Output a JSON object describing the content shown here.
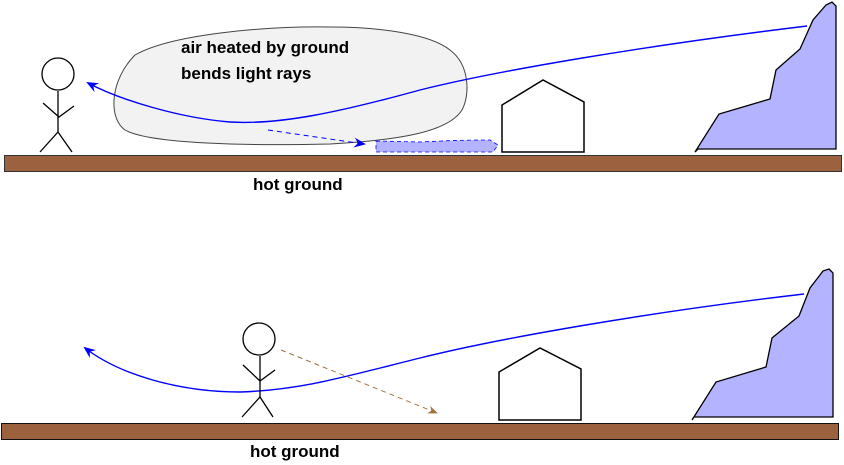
{
  "colors": {
    "ground": "#9c6240",
    "ray": "#0000ff",
    "mountain": "#b3b3ff",
    "cloud": "#f2f2f2",
    "mirage": "#b3b3ff",
    "brown_ray": "#a0703f",
    "outline": "#000000"
  },
  "panels": [
    {
      "id": "top",
      "cloud_label_line1": "air heated by ground",
      "cloud_label_line2": "bends light rays",
      "ground_label": "hot ground"
    },
    {
      "id": "bottom",
      "ground_label": "hot ground"
    }
  ]
}
